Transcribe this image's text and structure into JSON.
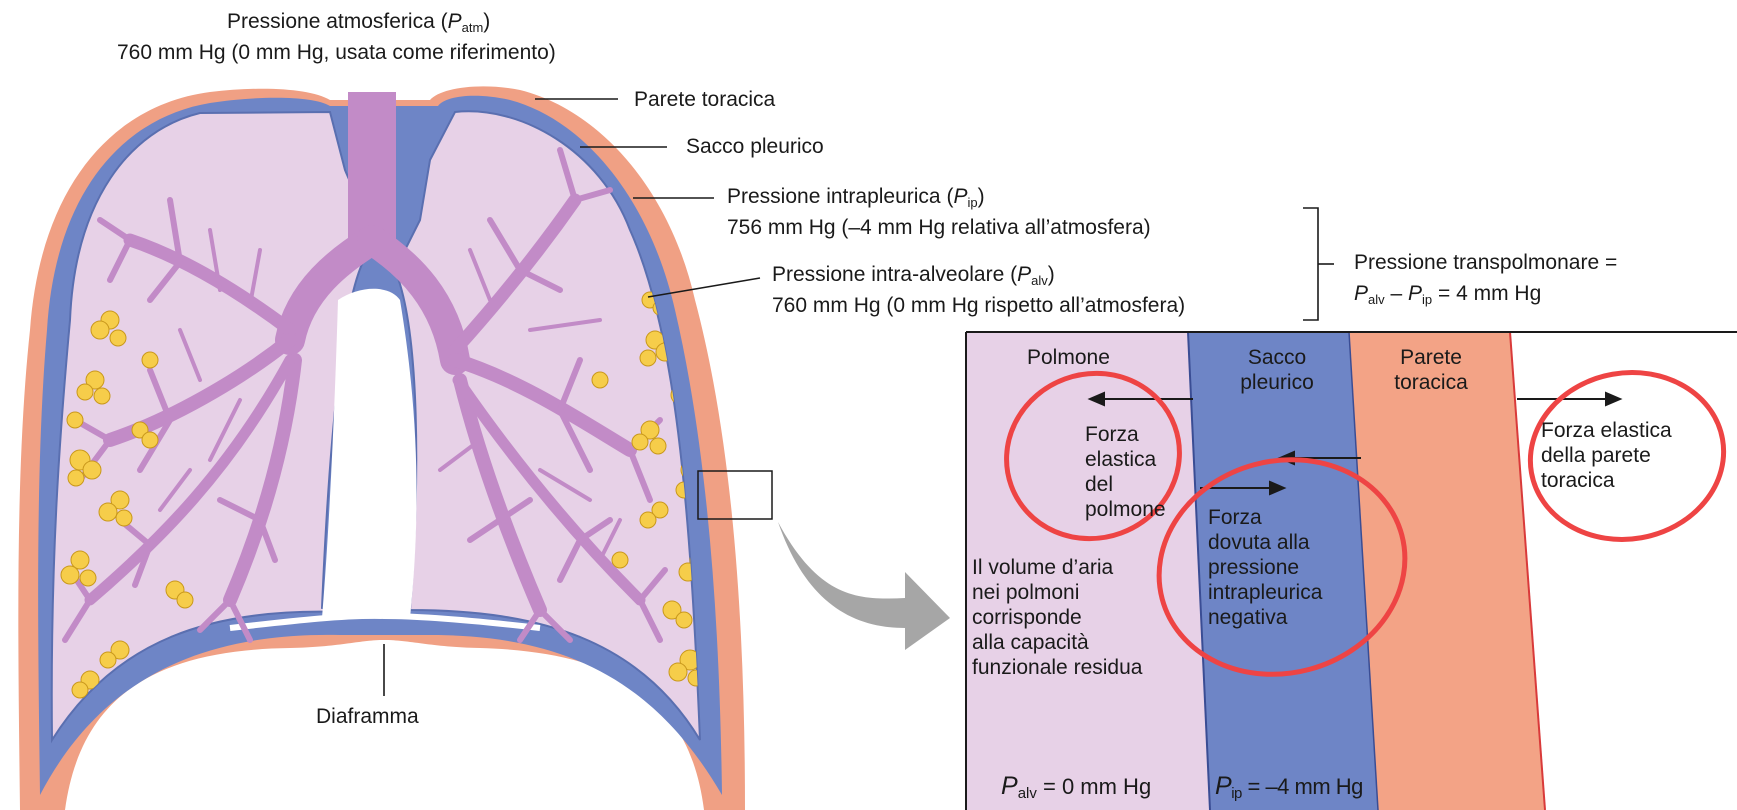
{
  "colors": {
    "chest_wall": "#f0a084",
    "pleural_sac": "#6e85c6",
    "lung_fill": "#e7d1e7",
    "airway": "#c28bc7",
    "alveoli": "#f6cd4a",
    "highlight_circle": "#ee4444",
    "zoom_arrow": "#a6a6a6"
  },
  "labels": {
    "atm_line1_text": "Pressione atmosferica (",
    "atm_line1_sym": "P",
    "atm_line1_sub": "atm",
    "atm_line1_end": ")",
    "atm_line2": "760 mm Hg (0 mm Hg, usata come riferimento)",
    "chest_wall": "Parete toracica",
    "pleural_sac": "Sacco pleurico",
    "ip_line1_text": "Pressione intrapleurica (",
    "ip_line1_sym": "P",
    "ip_line1_sub": "ip",
    "ip_line1_end": ")",
    "ip_line2": "756 mm Hg (–4 mm Hg relativa all’atmosfera)",
    "alv_line1_text": "Pressione intra-alveolare (",
    "alv_line1_sym": "P",
    "alv_line1_sub": "alv",
    "alv_line1_end": ")",
    "alv_line2": "760 mm Hg (0 mm Hg rispetto all’atmosfera)",
    "transpulm_line1": "Pressione transpolmonare =",
    "transpulm_sym1": "P",
    "transpulm_sub1": "alv",
    "transpulm_minus": " – ",
    "transpulm_sym2": "P",
    "transpulm_sub2": "ip",
    "transpulm_end": " = 4 mm Hg",
    "diaphragm": "Diaframma"
  },
  "zoom": {
    "lung_title": "Polmone",
    "pleura_title_1": "Sacco",
    "pleura_title_2": "pleurico",
    "wall_title_1": "Parete",
    "wall_title_2": "toracica",
    "lung_force": [
      "Forza",
      "elastica",
      "del",
      "polmone"
    ],
    "pleural_force": [
      "Forza",
      "dovuta alla",
      "pressione",
      "intrapleurica",
      "negativa"
    ],
    "wall_force": [
      "Forza elastica",
      "della parete",
      "toracica"
    ],
    "volume_note": [
      "Il volume d’aria",
      "nei polmoni",
      "corrisponde",
      "alla capacità",
      "funzionale residua"
    ],
    "p_alv_sym": "P",
    "p_alv_sub": "alv",
    "p_alv_value": " = 0 mm Hg",
    "p_ip_sym": "P",
    "p_ip_sub": "ip",
    "p_ip_value": " = –4 mm Hg"
  }
}
